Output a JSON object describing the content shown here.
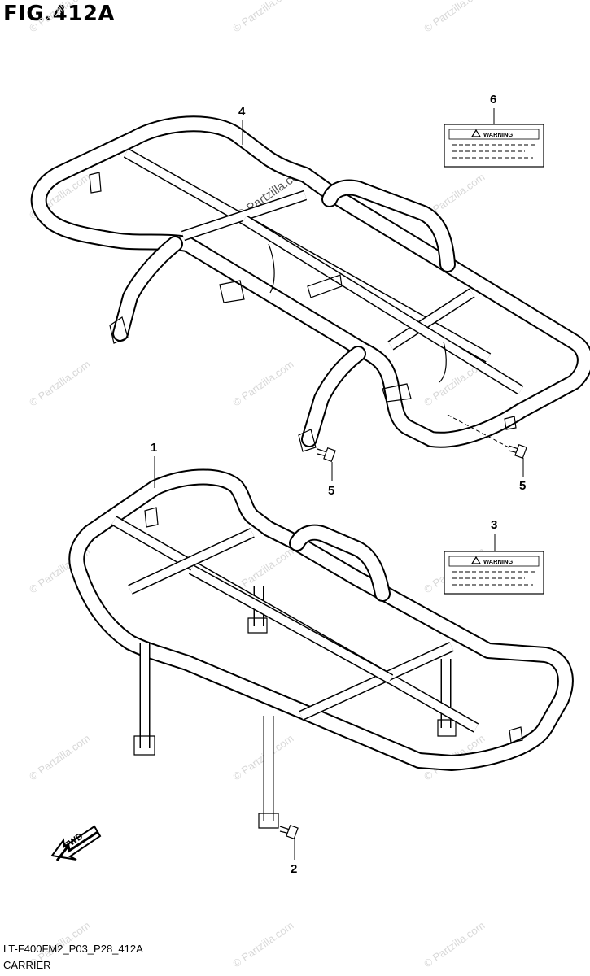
{
  "figure": {
    "title": "FIG.412A",
    "code": "LT-F400FM2_P03_P28_412A",
    "name": "CARRIER"
  },
  "callouts": [
    "4",
    "6",
    "5",
    "5",
    "1",
    "3",
    "2"
  ],
  "labels": {
    "upper": {
      "heading": "WARNING"
    },
    "lower": {
      "heading": "WARNING"
    }
  },
  "fwd_badge": "FWD",
  "watermark": "© Partzilla.com"
}
